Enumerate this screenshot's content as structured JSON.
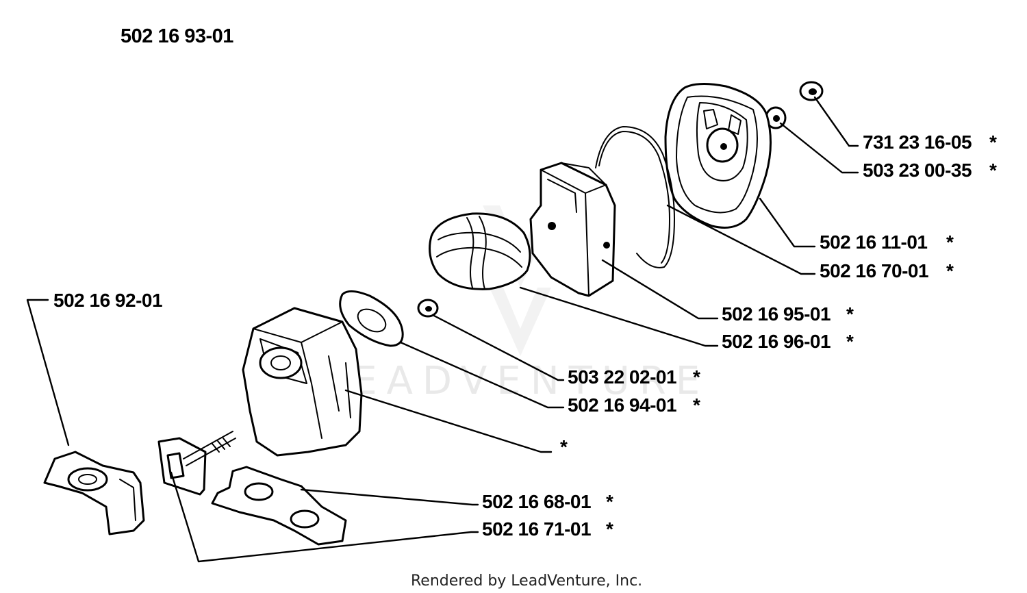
{
  "assembly_number": "502 16 93-01",
  "watermark": "LEADVENTURE",
  "footer": "Rendered by LeadVenture, Inc.",
  "callouts": [
    {
      "id": "washer-small",
      "part_number": "731 23 16-05",
      "mark": "*"
    },
    {
      "id": "washer",
      "part_number": "503 23 00-35",
      "mark": "*"
    },
    {
      "id": "filter-cover",
      "part_number": "502 16 11-01",
      "mark": "*"
    },
    {
      "id": "wire-clip",
      "part_number": "502 16 70-01",
      "mark": "*"
    },
    {
      "id": "filter-holder",
      "part_number": "502 16 95-01",
      "mark": "*"
    },
    {
      "id": "air-filter",
      "part_number": "502 16 96-01",
      "mark": "*"
    },
    {
      "id": "ring",
      "part_number": "503 22 02-01",
      "mark": "*"
    },
    {
      "id": "gasket",
      "part_number": "502 16 94-01",
      "mark": "*"
    },
    {
      "id": "housing",
      "part_number": "",
      "mark": "*"
    },
    {
      "id": "plate",
      "part_number": "502 16 68-01",
      "mark": "*"
    },
    {
      "id": "bracket",
      "part_number": "502 16 71-01",
      "mark": "*"
    },
    {
      "id": "gasket-left",
      "part_number": "502 16 92-01",
      "mark": ""
    }
  ]
}
